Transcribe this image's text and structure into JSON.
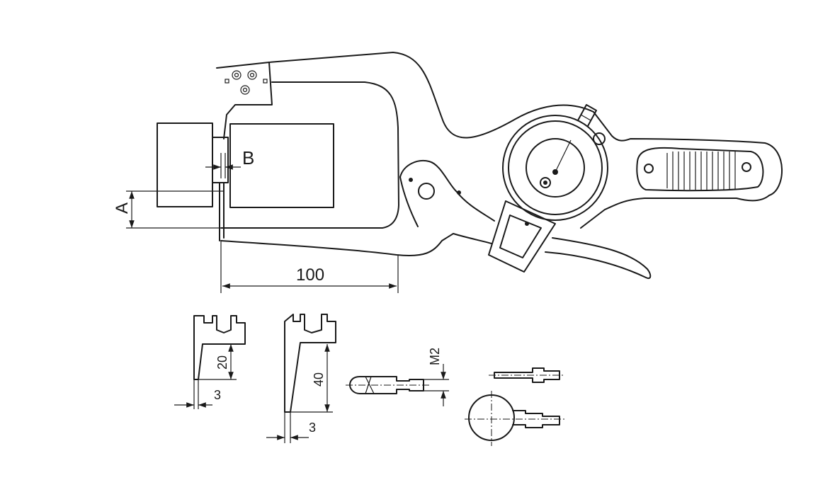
{
  "dimensions": {
    "B": "B",
    "A": "A",
    "depth": "100",
    "tip1_height": "20",
    "tip1_width": "3",
    "tip2_height": "40",
    "tip2_width": "3",
    "thread": "M2"
  }
}
